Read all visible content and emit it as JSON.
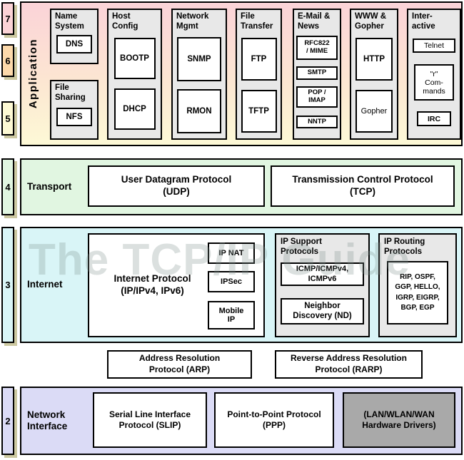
{
  "watermark": "The TCP/IP Guide",
  "rail": [
    "7",
    "6",
    "5",
    "4",
    "3",
    "2"
  ],
  "colors": {
    "app_gradient_top": "#fbd3d8",
    "app_gradient_bottom": "#fdf9d6",
    "transport_bg": "#e1f6e1",
    "internet_bg": "#d9f5f7",
    "network_interface_bg": "#dbdbf6",
    "rail7_bg": "#fbd3d6",
    "rail6_bg": "#fcd9ab",
    "rail5_bg": "#fdf9d4",
    "group_box_bg": "#e8e8e8",
    "hardware_box_bg": "#a9a9a9",
    "shadow": "#cdc9a2",
    "border": "#000000"
  },
  "application": {
    "label": "Application",
    "groups": [
      {
        "heading": "Name\nSystem",
        "items": [
          "DNS"
        ]
      },
      {
        "heading": "File\nSharing",
        "items": [
          "NFS"
        ]
      },
      {
        "heading": "Host\nConfig",
        "items": [
          "BOOTP",
          "DHCP"
        ]
      },
      {
        "heading": "Network\nMgmt",
        "items": [
          "SNMP",
          "RMON"
        ]
      },
      {
        "heading": "File\nTransfer",
        "items": [
          "FTP",
          "TFTP"
        ]
      },
      {
        "heading": "E-Mail &\nNews",
        "items": [
          "RFC822\n/ MIME",
          "SMTP",
          "POP /\nIMAP",
          "NNTP"
        ]
      },
      {
        "heading": "WWW &\nGopher",
        "items": [
          "HTTP",
          "Gopher"
        ]
      },
      {
        "heading": "Inter-\nactive",
        "items": [
          "Telnet",
          "\"r\"\nCom-\nmands",
          "IRC"
        ]
      }
    ]
  },
  "transport": {
    "label": "Transport",
    "udp": "User Datagram Protocol\n(UDP)",
    "tcp": "Transmission Control Protocol\n(TCP)"
  },
  "internet": {
    "label": "Internet",
    "ip": "Internet Protocol\n(IP/IPv4, IPv6)",
    "ip_side": [
      "IP NAT",
      "IPSec",
      "Mobile\nIP"
    ],
    "support": {
      "heading": "IP Support\nProtocols",
      "items": [
        "ICMP/ICMPv4,\nICMPv6",
        "Neighbor\nDiscovery (ND)"
      ]
    },
    "routing": {
      "heading": "IP Routing\nProtocols",
      "items": [
        "RIP, OSPF,\nGGP, HELLO,\nIGRP, EIGRP,\nBGP, EGP"
      ]
    }
  },
  "resolution": {
    "arp": "Address Resolution\nProtocol (ARP)",
    "rarp": "Reverse Address Resolution\nProtocol (RARP)"
  },
  "network_interface": {
    "label": "Network\nInterface",
    "slip": "Serial Line Interface\nProtocol (SLIP)",
    "ppp": "Point-to-Point Protocol\n(PPP)",
    "hw": "(LAN/WLAN/WAN\nHardware Drivers)"
  }
}
